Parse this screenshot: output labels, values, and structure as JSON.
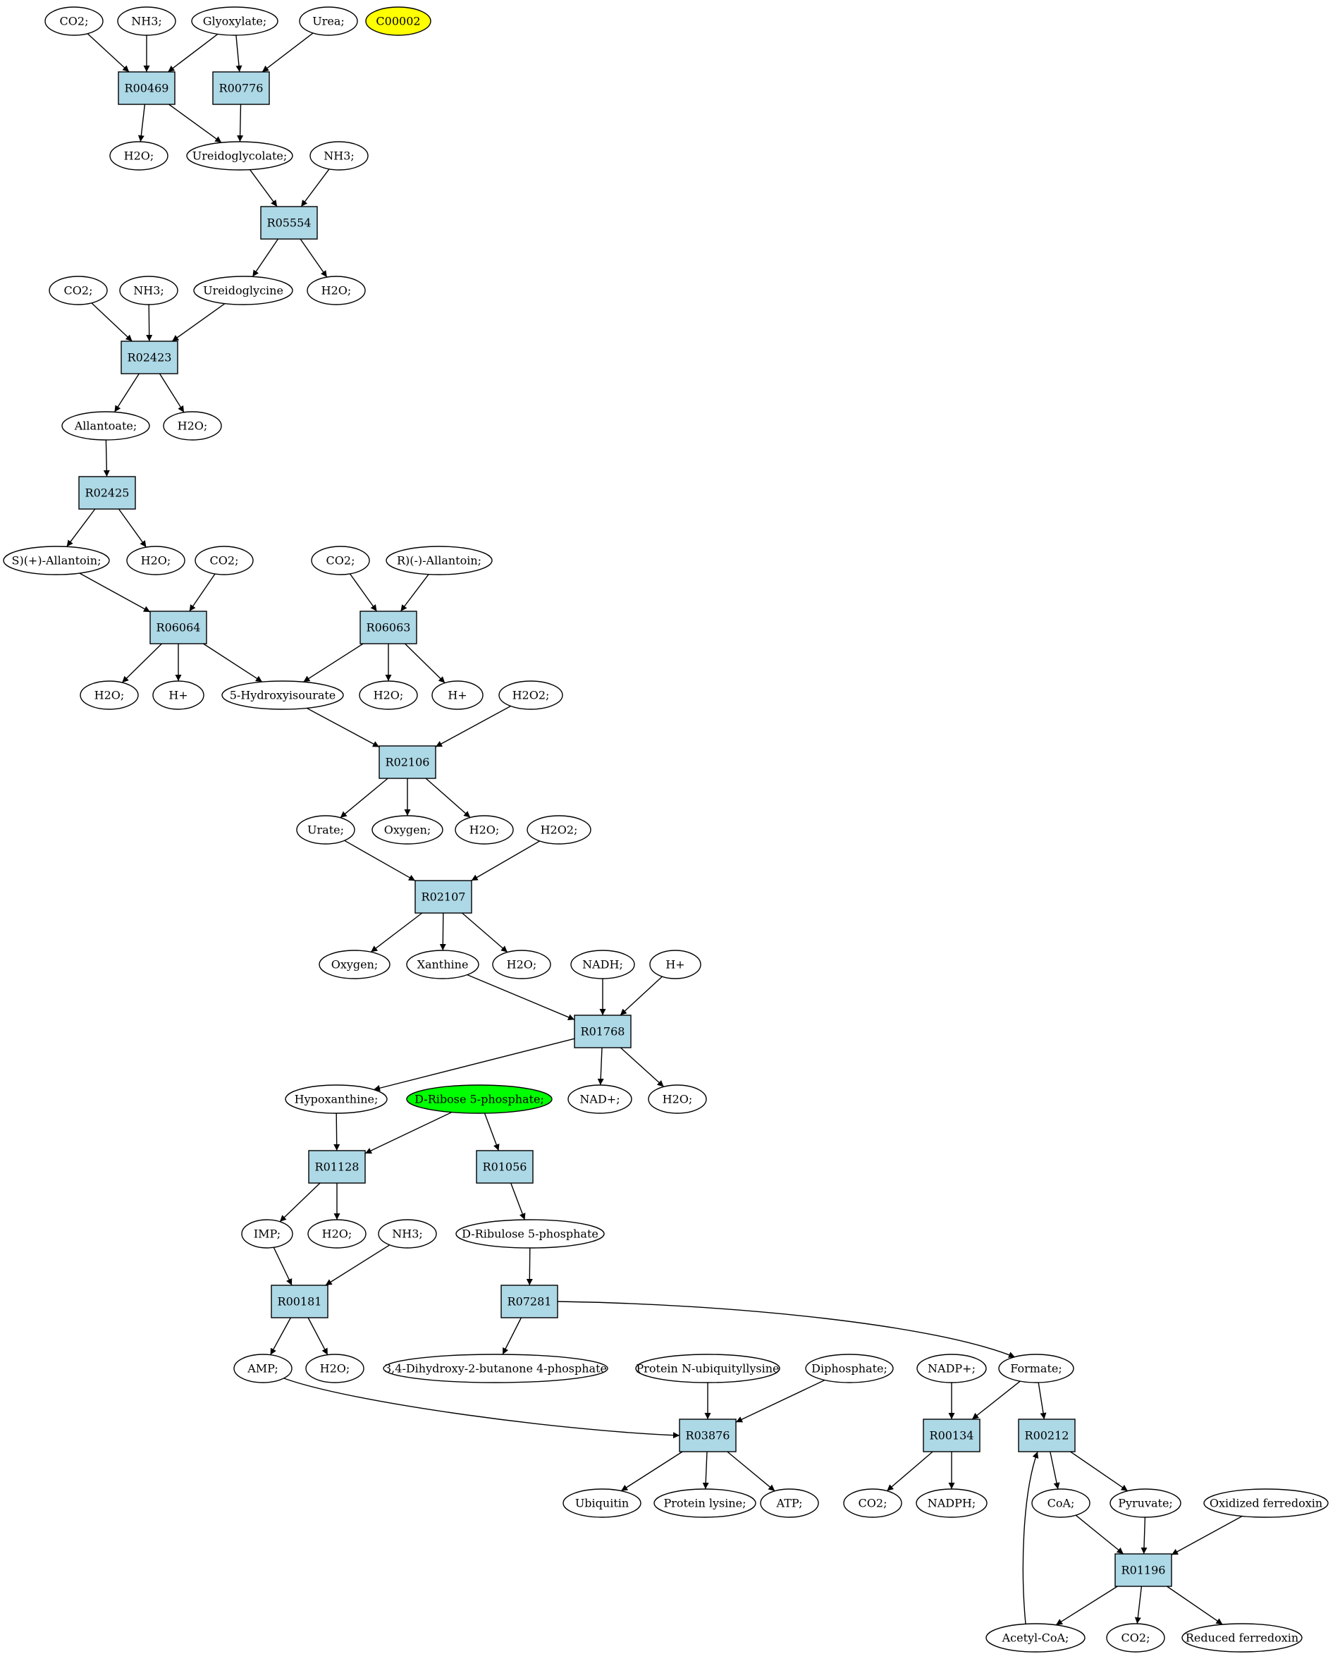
{
  "colors": {
    "reaction_fill": "#add8e6",
    "compound_fill": "#ffffff",
    "highlight_yellow": "#ffff00",
    "highlight_green": "#00ff00",
    "stroke": "#000000"
  },
  "nodes": {
    "co2_a": "CO2;",
    "nh3_a": "NH3;",
    "glyoxylate": "Glyoxylate;",
    "urea": "Urea;",
    "c00002": "C00002",
    "r00469": "R00469",
    "r00776": "R00776",
    "h2o_a": "H2O;",
    "ureidoglycolate": "Ureidoglycolate;",
    "nh3_b": "NH3;",
    "r05554": "R05554",
    "co2_b": "CO2;",
    "nh3_c": "NH3;",
    "ureidoglycine": "Ureidoglycine",
    "h2o_b": "H2O;",
    "r02423": "R02423",
    "allantoate": "Allantoate;",
    "h2o_c": "H2O;",
    "r02425": "R02425",
    "s_allantoin": "S)(+)-Allantoin;",
    "h2o_d": "H2O;",
    "co2_c": "CO2;",
    "co2_d": "CO2;",
    "r_allantoin": "R)(-)-Allantoin;",
    "r06064": "R06064",
    "r06063": "R06063",
    "h2o_e": "H2O;",
    "hplus_a": "H+",
    "hydroxyisourate": "5-Hydroxyisourate",
    "h2o_f": "H2O;",
    "hplus_b": "H+",
    "h2o2_a": "H2O2;",
    "r02106": "R02106",
    "urate": "Urate;",
    "oxygen_a": "Oxygen;",
    "h2o_g": "H2O;",
    "h2o2_b": "H2O2;",
    "r02107": "R02107",
    "oxygen_b": "Oxygen;",
    "xanthine": "Xanthine",
    "h2o_h": "H2O;",
    "nadh": "NADH;",
    "hplus_c": "H+",
    "r01768": "R01768",
    "hypoxanthine": "Hypoxanthine;",
    "ribose5p": "D-Ribose 5-phosphate;",
    "nadplus": "NAD+;",
    "h2o_i": "H2O;",
    "r01128": "R01128",
    "r01056": "R01056",
    "imp": "IMP;",
    "h2o_j": "H2O;",
    "nh3_d": "NH3;",
    "ribulose5p": "D-Ribulose 5-phosphate",
    "r00181": "R00181",
    "r07281": "R07281",
    "amp": "AMP;",
    "h2o_k": "H2O;",
    "dhbp": "3,4-Dihydroxy-2-butanone 4-phosphate",
    "protein_ubiq": "Protein N-ubiquityllysine",
    "diphosphate": "Diphosphate;",
    "nadpplus": "NADP+;",
    "formate": "Formate;",
    "r03876": "R03876",
    "r00134": "R00134",
    "r00212": "R00212",
    "ubiquitin": "Ubiquitin",
    "protein_lysine": "Protein lysine;",
    "atp": "ATP;",
    "co2_e": "CO2;",
    "nadph": "NADPH;",
    "coa": "CoA;",
    "pyruvate": "Pyruvate;",
    "ox_ferredoxin": "Oxidized ferredoxin",
    "r01196": "R01196",
    "acetyl_coa": "Acetyl-CoA;",
    "co2_f": "CO2;",
    "red_ferredoxin": "Reduced ferredoxin"
  }
}
